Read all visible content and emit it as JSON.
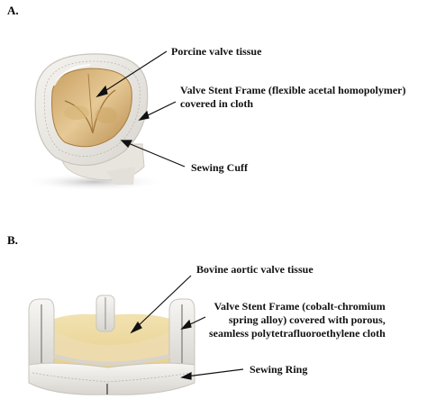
{
  "panel_a": {
    "label": "A.",
    "annotations": {
      "tissue": "Porcine valve tissue",
      "stent_line1": "Valve Stent Frame (flexible acetal homopolymer)",
      "stent_line2": "covered in cloth",
      "cuff": "Sewing Cuff"
    }
  },
  "panel_b": {
    "label": "B.",
    "annotations": {
      "tissue": "Bovine aortic valve tissue",
      "stent_line1": "Valve Stent Frame (cobalt-chromium",
      "stent_line2": "spring alloy) covered with porous,",
      "stent_line3": "seamless polytetrafluoroethylene cloth",
      "ring": "Sewing Ring"
    }
  }
}
